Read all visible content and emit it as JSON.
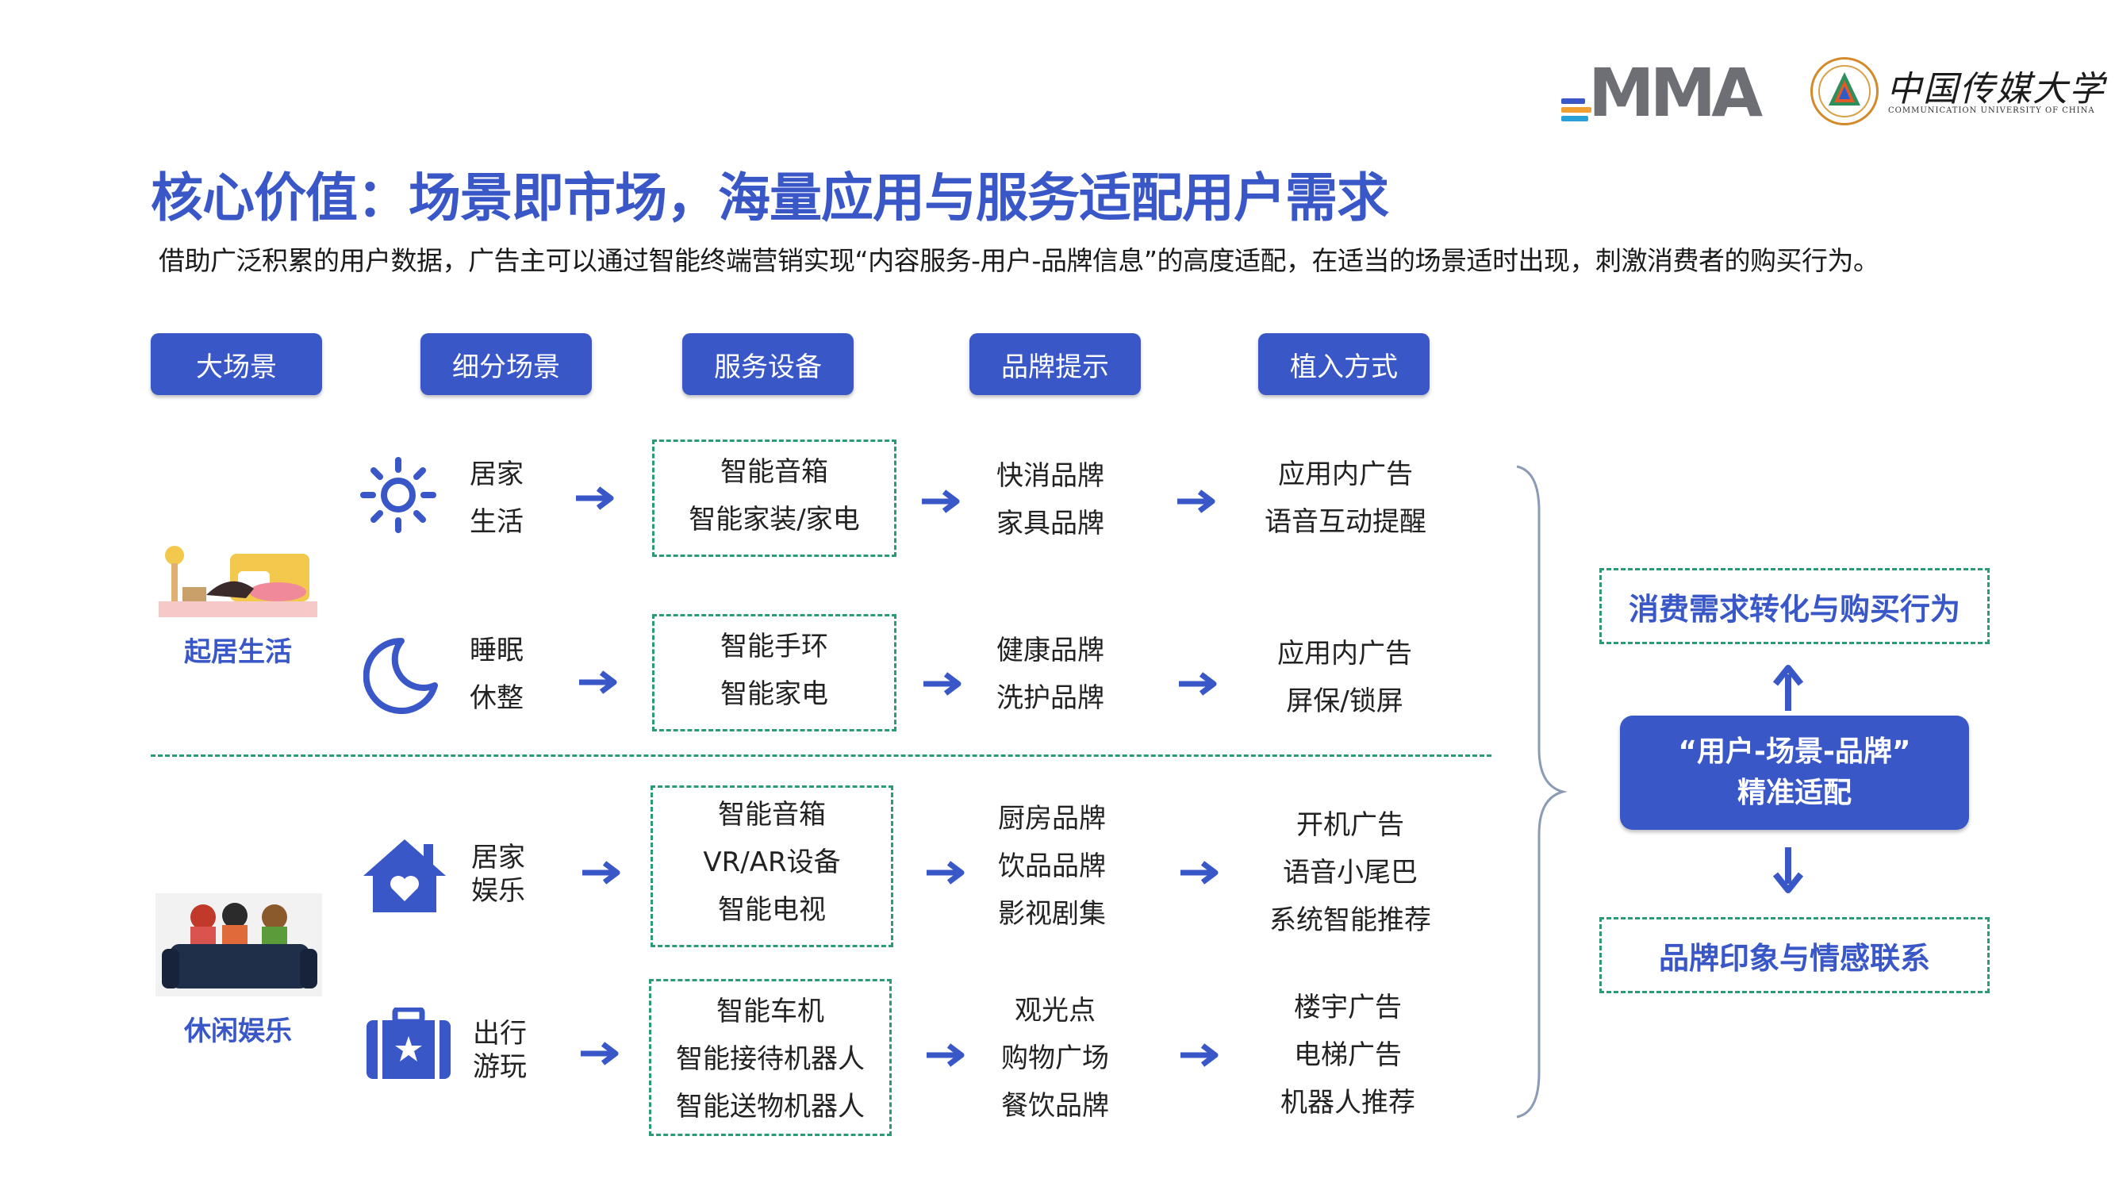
{
  "header": {
    "logo_mma": "MMA",
    "logo_cuc_cn": "中国传媒大学",
    "logo_cuc_en": "COMMUNICATION UNIVERSITY OF CHINA"
  },
  "title": "核心价值：场景即市场，海量应用与服务适配用户需求",
  "subtitle": "借助广泛积累的用户数据，广告主可以通过智能终端营销实现“内容服务-用户-品牌信息”的高度适配，在适当的场景适时出现，刺激消费者的购买行为。",
  "columns": [
    "大场景",
    "细分场景",
    "服务设备",
    "品牌提示",
    "植入方式"
  ],
  "categories": [
    {
      "label": "起居生活",
      "illustration": "sleeping-person-illustration"
    },
    {
      "label": "休闲娱乐",
      "illustration": "couch-audience-illustration"
    }
  ],
  "rows": [
    {
      "icon": "sun-icon",
      "scene": [
        "居家",
        "生活"
      ],
      "devices": [
        "智能音箱",
        "智能家装/家电"
      ],
      "brands": [
        "快消品牌",
        "家具品牌"
      ],
      "methods": [
        "应用内广告",
        "语音互动提醒"
      ]
    },
    {
      "icon": "moon-icon",
      "scene": [
        "睡眠",
        "休整"
      ],
      "devices": [
        "智能手环",
        "智能家电"
      ],
      "brands": [
        "健康品牌",
        "洗护品牌"
      ],
      "methods": [
        "应用内广告",
        "屏保/锁屏"
      ]
    },
    {
      "icon": "home-heart-icon",
      "scene": [
        "居家",
        "娱乐"
      ],
      "devices": [
        "智能音箱",
        "VR/AR设备",
        "智能电视"
      ],
      "brands": [
        "厨房品牌",
        "饮品品牌",
        "影视剧集"
      ],
      "methods": [
        "开机广告",
        "语音小尾巴",
        "系统智能推荐"
      ]
    },
    {
      "icon": "suitcase-icon",
      "scene": [
        "出行",
        "游玩"
      ],
      "devices": [
        "智能车机",
        "智能接待机器人",
        "智能送物机器人"
      ],
      "brands": [
        "观光点",
        "购物广场",
        "餐饮品牌"
      ],
      "methods": [
        "楼宇广告",
        "电梯广告",
        "机器人推荐"
      ]
    }
  ],
  "right_panel": {
    "top": "消费需求转化与购买行为",
    "center_line1": "“用户-场景-品牌”",
    "center_line2": "精准适配",
    "bottom": "品牌印象与情感联系"
  },
  "colors": {
    "accent": "#3a57c8",
    "dashed": "#2a9b73",
    "text": "#222222"
  }
}
